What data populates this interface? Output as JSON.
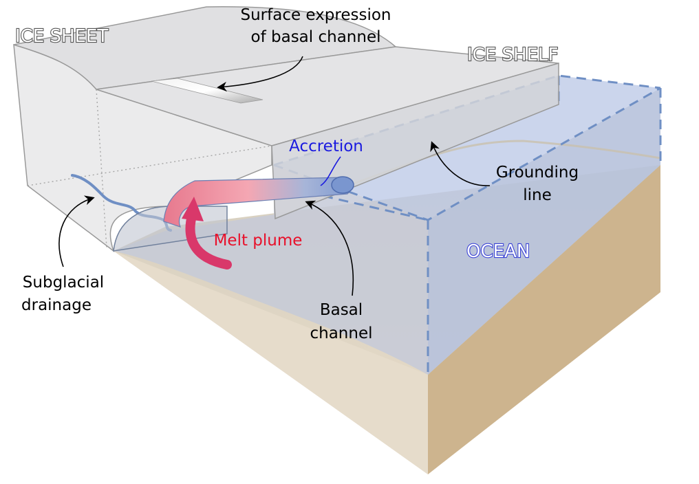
{
  "labels": {
    "ice_sheet": "ICE SHEET",
    "ice_shelf": "ICE SHELF",
    "ocean": "OCEAN",
    "surface_expression_line1": "Surface expression",
    "surface_expression_line2": "of basal channel",
    "accretion": "Accretion",
    "grounding_line_line1": "Grounding",
    "grounding_line_line2": "line",
    "melt_plume": "Melt plume",
    "basal_channel_line1": "Basal",
    "basal_channel_line2": "channel",
    "subglacial_drainage_line1": "Subglacial",
    "subglacial_drainage_line2": "drainage"
  },
  "colors": {
    "ice": "#e4e4e6",
    "ice_edge": "#999999",
    "ocean": "#b7c2dc",
    "ocean_dash": "#6f8fc4",
    "sediment_top": "#e6dccb",
    "sediment_side": "#cdb48e",
    "melt": "#d9386a",
    "accretion": "#1a1adf",
    "melt_label": "#e8102a",
    "ocean_label_stroke": "#3a42d6",
    "outline_label_stroke": "#555555"
  }
}
